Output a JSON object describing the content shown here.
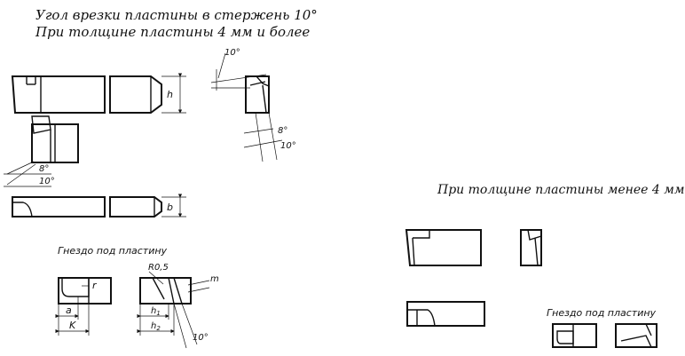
{
  "headings": {
    "line1": "Угол врезки пластины в стержень 10°",
    "line2": "При толщине пластины 4 мм и более",
    "right": "При толщине пластины менее 4 мм"
  },
  "socket_label": "Гнездо под пластину",
  "socket_label_right": "Гнездо под пластину",
  "dims": {
    "h": "h",
    "b": "b",
    "a10_top": "10°",
    "a8_right": "8°",
    "a10_right": "10°",
    "a8_left": "8°",
    "a10_left": "10°",
    "r_label": "r",
    "a_label": "a",
    "k_label": "K",
    "r05": "R0,5",
    "m_label": "m",
    "h1": "h",
    "h1_sub": "1",
    "h2": "h",
    "h2_sub": "2",
    "a10_socket": "10°"
  }
}
